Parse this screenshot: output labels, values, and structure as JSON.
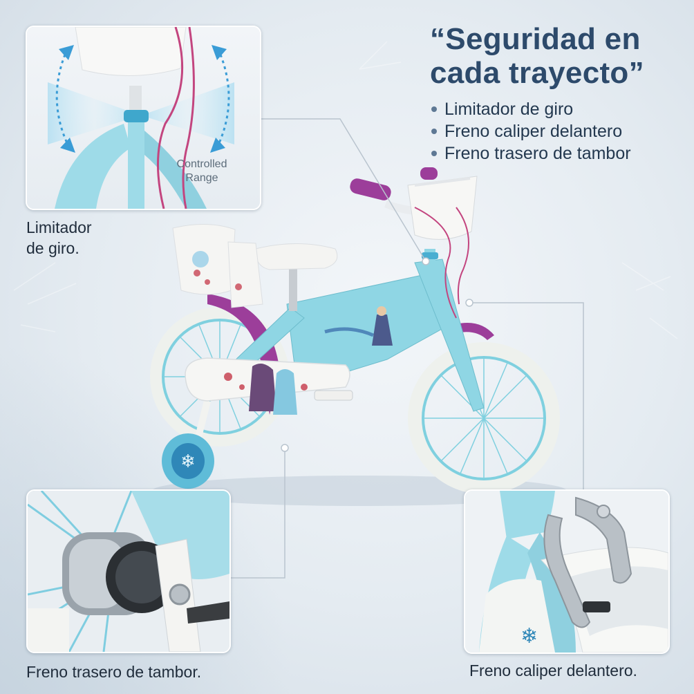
{
  "headline": {
    "line1": "“Seguridad en",
    "line2": "cada trayecto”"
  },
  "features": [
    "Limitador de giro",
    "Freno caliper delantero",
    "Freno trasero de tambor"
  ],
  "insets": {
    "steering": {
      "label_line1": "Controlled",
      "label_line2": "Range",
      "caption_line1": "Limitador",
      "caption_line2": "de giro."
    },
    "rear_brake": {
      "caption": "Freno trasero de tambor."
    },
    "front_brake": {
      "caption": "Freno caliper delantero."
    }
  },
  "colors": {
    "headline": "#2d4a6b",
    "bike_frame": "#8fd6e4",
    "tire": "#f4f5f2",
    "accent_purple": "#9c3e9a",
    "arrow": "#3a9cd6"
  }
}
